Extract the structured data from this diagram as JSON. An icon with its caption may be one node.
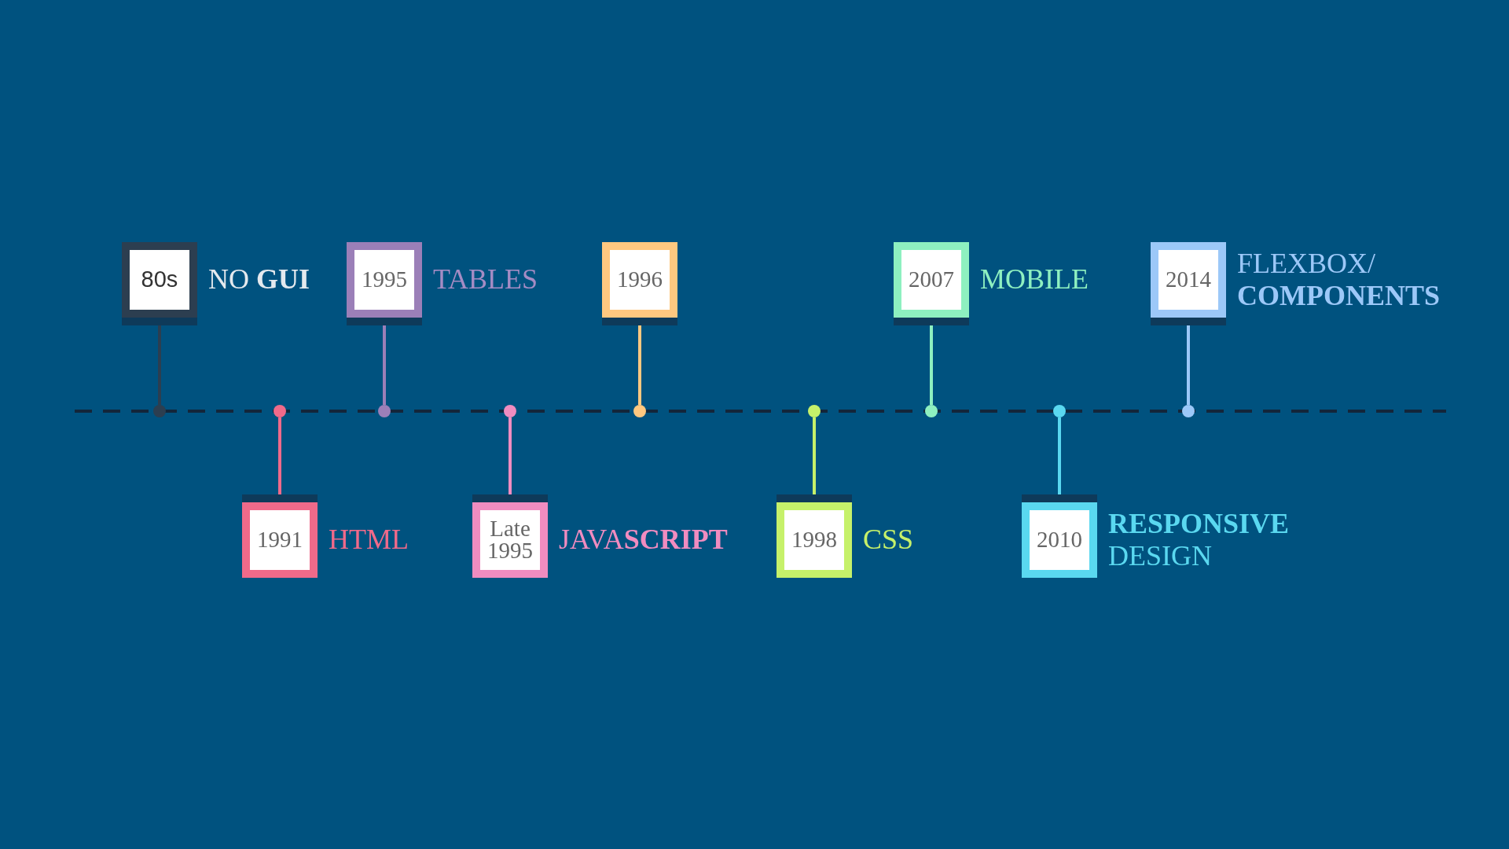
{
  "diagram": {
    "nodes": [
      {
        "text": [
          "80s"
        ],
        "beside": [
          "NO **GUI**"
        ]
      },
      {
        "text": [
          "1991"
        ],
        "beside": [
          "HTML"
        ]
      },
      {
        "text": [
          "1995"
        ],
        "beside": [
          "TABLES"
        ]
      },
      {
        "text": [
          "Late 1995"
        ],
        "beside": [
          "JAVA**SCRIPT**"
        ]
      },
      {
        "text": [
          "1996"
        ]
      },
      {
        "text": [
          "1998"
        ],
        "beside": [
          "CSS"
        ]
      },
      {
        "text": [
          "2007"
        ],
        "beside": [
          "MOBILE"
        ]
      },
      {
        "text": [
          "2010"
        ],
        "beside": [
          "**RESPONSIVE** DESIGN"
        ]
      },
      {
        "text": [
          "2014"
        ],
        "beside": [
          "FLEXBOX/ **COMPONENTS**"
        ]
      },
      {
        "text": [],
        "shape": "circle"
      },
      {
        "text": [],
        "shape": "circle"
      },
      {
        "text": [],
        "shape": "circle"
      },
      {
        "text": [],
        "shape": "circle"
      },
      {
        "text": [],
        "shape": "circle"
      },
      {
        "text": [],
        "shape": "circle"
      },
      {
        "text": [],
        "shape": "circle"
      },
      {
        "text": [],
        "shape": "circle"
      },
      {
        "text": [],
        "shape": "circle"
      }
    ],
    "edges": [
      {
        "from": 0,
        "to": 9,
        "arrow": "none",
        "color": "#2c3e50"
      },
      {
        "from": 1,
        "to": 10,
        "arrow": "none",
        "color": "#f06a8a"
      },
      {
        "from": 2,
        "to": 11,
        "arrow": "none",
        "color": "#9b7fb8"
      },
      {
        "from": 3,
        "to": 12,
        "arrow": "none",
        "color": "#f08cc0"
      },
      {
        "from": 4,
        "to": 13,
        "arrow": "none",
        "color": "#ffc880"
      },
      {
        "from": 5,
        "to": 14,
        "arrow": "none",
        "color": "#c6f16a"
      },
      {
        "from": 6,
        "to": 15,
        "arrow": "none",
        "color": "#8ef0c0"
      },
      {
        "from": 7,
        "to": 16,
        "arrow": "none",
        "color": "#5ad8f0"
      },
      {
        "from": 8,
        "to": 17,
        "arrow": "none",
        "color": "#9cc8f8"
      }
    ]
  }
}
